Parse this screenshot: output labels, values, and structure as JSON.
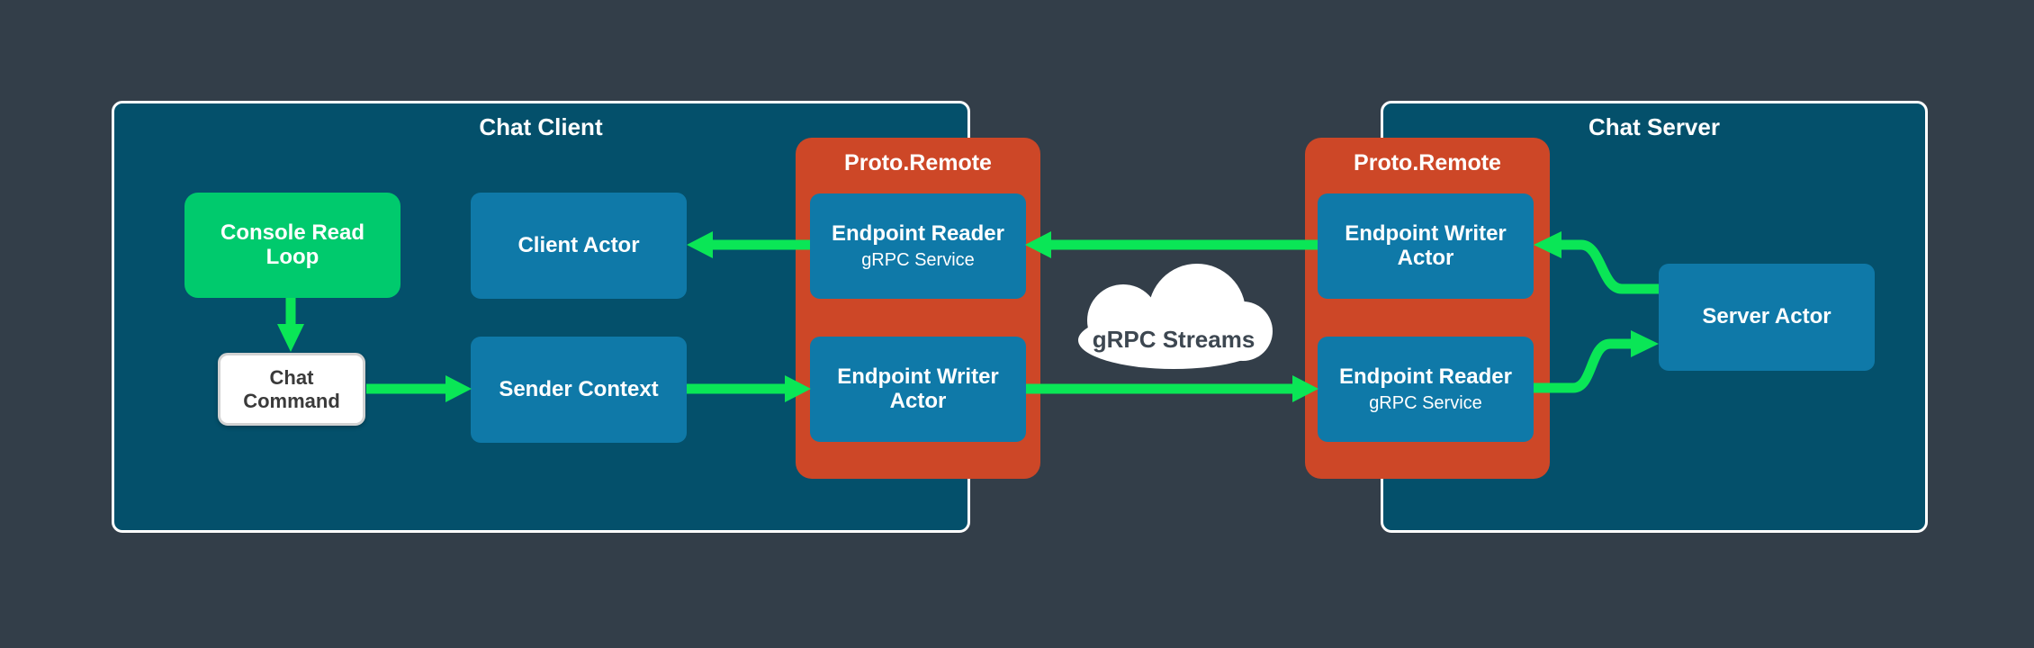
{
  "colors": {
    "background": "#333E49",
    "container_fill": "#04506B",
    "container_border": "#FFFFFF",
    "node_blue": "#0F79A8",
    "node_green": "#00CA6D",
    "proto_red": "#CD4727",
    "arrow_green": "#0AE656",
    "command_text": "#3A3A3A",
    "cloud_fill": "#FFFFFF",
    "cloud_text": "#3D4751"
  },
  "chat_client": {
    "title": "Chat Client",
    "console_read_loop": "Console Read Loop",
    "client_actor": "Client Actor",
    "chat_command": "Chat Command",
    "sender_context": "Sender Context"
  },
  "proto_remote_left": {
    "title": "Proto.Remote",
    "endpoint_reader": "Endpoint Reader",
    "endpoint_reader_sub": "gRPC Service",
    "endpoint_writer": "Endpoint Writer Actor"
  },
  "cloud": {
    "label": "gRPC Streams"
  },
  "proto_remote_right": {
    "title": "Proto.Remote",
    "endpoint_writer": "Endpoint Writer Actor",
    "endpoint_reader": "Endpoint Reader",
    "endpoint_reader_sub": "gRPC Service"
  },
  "chat_server": {
    "title": "Chat Server",
    "server_actor": "Server Actor"
  }
}
